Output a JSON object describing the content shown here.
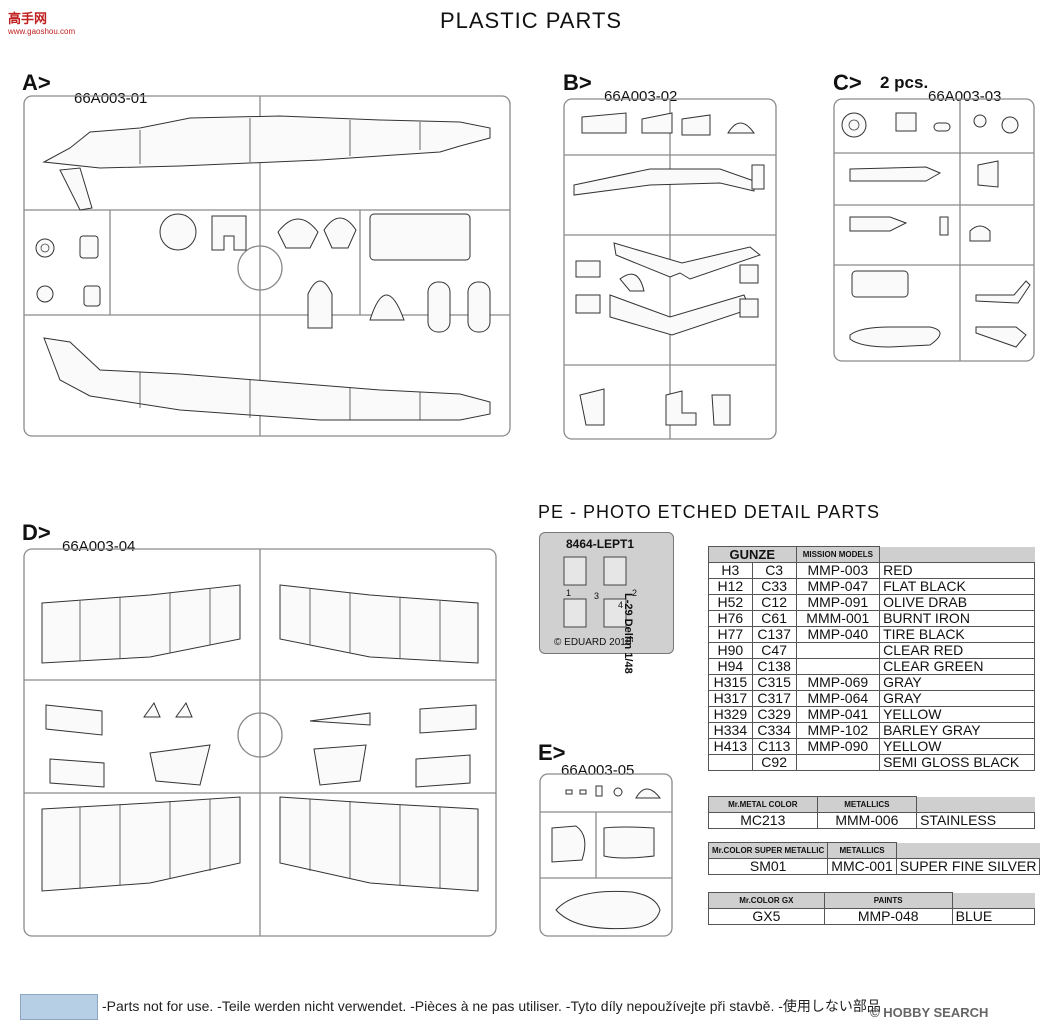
{
  "header": {
    "title": "PLASTIC PARTS",
    "logo_text": "高手网",
    "logo_sub": "www.gaoshou.com"
  },
  "sprues": {
    "a": {
      "letter": "A>",
      "code": "66A003-01"
    },
    "b": {
      "letter": "B>",
      "code": "66A003-02"
    },
    "c": {
      "letter": "C>",
      "pcs": "2 pcs.",
      "code": "66A003-03"
    },
    "d": {
      "letter": "D>",
      "code": "66A003-04"
    },
    "e": {
      "letter": "E>",
      "code": "66A003-05"
    }
  },
  "pe": {
    "title": "PE - PHOTO ETCHED DETAIL PARTS",
    "fret_code": "8464-LEPT1",
    "fret_side": "L-29 Delfin 1/48",
    "fret_copyright": "© EDUARD 2018",
    "fret_numbers": [
      "1",
      "2",
      "3",
      "4"
    ]
  },
  "paint_table_1": {
    "headers": [
      "GUNZE",
      "",
      "MISSION MODELS",
      ""
    ],
    "rows": [
      [
        "H3",
        "C3",
        "MMP-003",
        "RED"
      ],
      [
        "H12",
        "C33",
        "MMP-047",
        "FLAT BLACK"
      ],
      [
        "H52",
        "C12",
        "MMP-091",
        "OLIVE DRAB"
      ],
      [
        "H76",
        "C61",
        "MMM-001",
        "BURNT IRON"
      ],
      [
        "H77",
        "C137",
        "MMP-040",
        "TIRE BLACK"
      ],
      [
        "H90",
        "C47",
        "",
        "CLEAR RED"
      ],
      [
        "H94",
        "C138",
        "",
        "CLEAR GREEN"
      ],
      [
        "H315",
        "C315",
        "MMP-069",
        "GRAY"
      ],
      [
        "H317",
        "C317",
        "MMP-064",
        "GRAY"
      ],
      [
        "H329",
        "C329",
        "MMP-041",
        "YELLOW"
      ],
      [
        "H334",
        "C334",
        "MMP-102",
        "BARLEY GRAY"
      ],
      [
        "H413",
        "C113",
        "MMP-090",
        "YELLOW"
      ],
      [
        "",
        "C92",
        "",
        "SEMI GLOSS BLACK"
      ]
    ]
  },
  "paint_table_2": {
    "headers": [
      "Mr.METAL COLOR",
      "METALLICS"
    ],
    "row": [
      "MC213",
      "MMM-006",
      "STAINLESS"
    ]
  },
  "paint_table_3": {
    "headers": [
      "Mr.COLOR SUPER METALLIC",
      "METALLICS"
    ],
    "row": [
      "SM01",
      "MMC-001",
      "SUPER FINE SILVER"
    ]
  },
  "paint_table_4": {
    "headers": [
      "Mr.COLOR GX",
      "PAINTS"
    ],
    "row": [
      "GX5",
      "MMP-048",
      "BLUE"
    ]
  },
  "footer": {
    "legend": "-Parts not for use. -Teile werden nicht verwendet. -Pièces à ne pas utiliser. -Tyto díly nepoužívejte při stavbě. -使用しない部品",
    "legend_color": "#b7cfe5",
    "watermark": "© HOBBY SEARCH"
  }
}
